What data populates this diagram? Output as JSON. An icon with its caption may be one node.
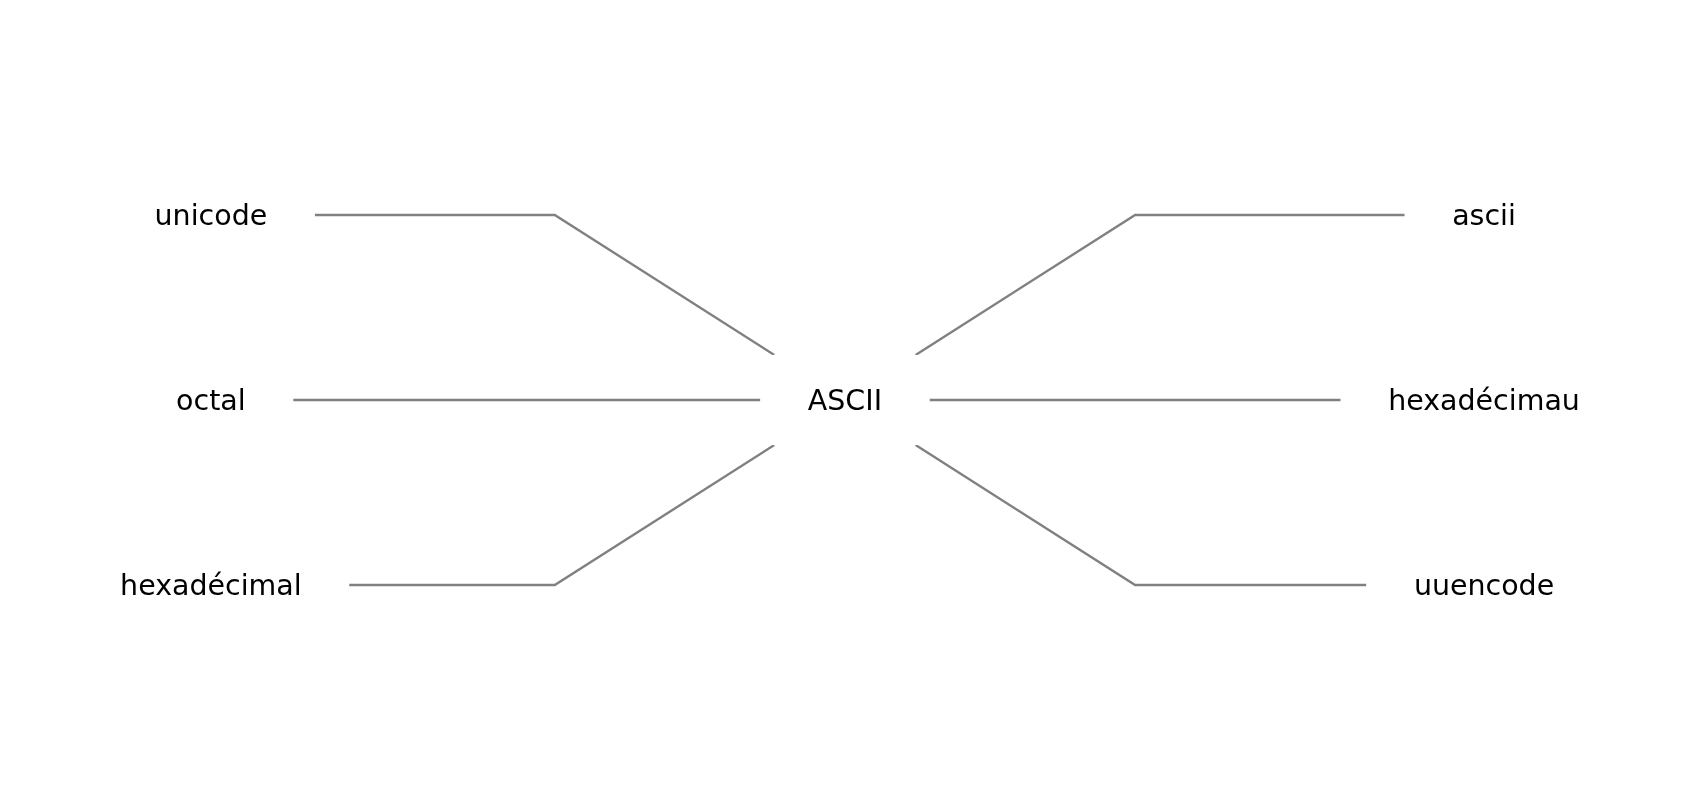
{
  "diagram": {
    "nodes": [
      {
        "text": [
          "unicode"
        ]
      },
      {
        "text": [
          "ascii"
        ]
      },
      {
        "text": [
          "octal"
        ]
      },
      {
        "text": [
          "ASCII"
        ]
      },
      {
        "text": [
          "hexadécimau"
        ]
      },
      {
        "text": [
          "hexadécimal"
        ]
      },
      {
        "text": [
          "uuencode"
        ]
      }
    ],
    "edges": [
      {
        "from": 0,
        "to": 3,
        "arrow": "none"
      },
      {
        "from": 2,
        "to": 3,
        "arrow": "none"
      },
      {
        "from": 5,
        "to": 3,
        "arrow": "none"
      },
      {
        "from": 3,
        "to": 1,
        "arrow": "none"
      },
      {
        "from": 3,
        "to": 4,
        "arrow": "none"
      },
      {
        "from": 3,
        "to": 6,
        "arrow": "none"
      }
    ]
  }
}
